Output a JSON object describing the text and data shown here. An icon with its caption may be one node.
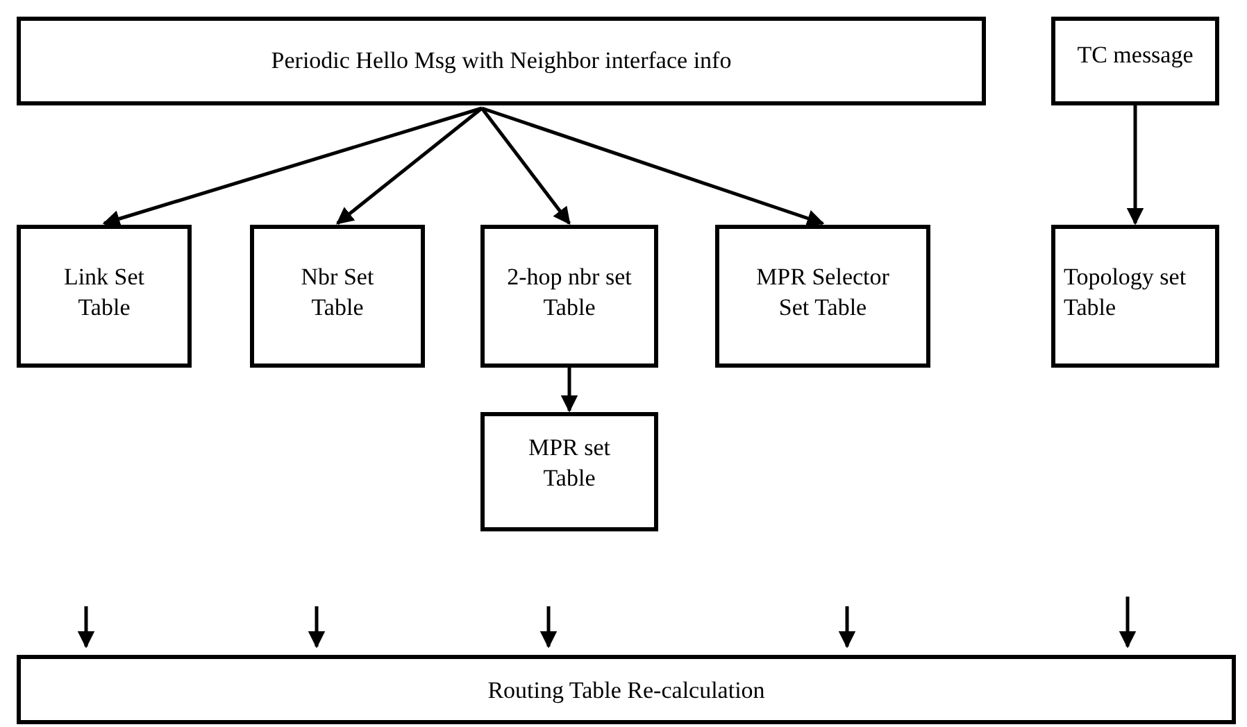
{
  "diagram": {
    "nodes": [
      {
        "text": [
          "Periodic Hello Msg with Neighbor interface info"
        ]
      },
      {
        "text": [
          "TC message"
        ]
      },
      {
        "text": [
          "Link Set Table"
        ]
      },
      {
        "text": [
          "Nbr Set Table"
        ]
      },
      {
        "text": [
          "2-hop nbr set Table"
        ]
      },
      {
        "text": [
          "MPR Selector Set Table"
        ]
      },
      {
        "text": [
          "Topology set Table"
        ]
      },
      {
        "text": [
          "MPR set Table"
        ]
      },
      {
        "text": [
          "Routing Table Re-calculation"
        ]
      }
    ],
    "edges": [
      {
        "from": 0,
        "to": 2,
        "arrow": "to"
      },
      {
        "from": 0,
        "to": 3,
        "arrow": "to"
      },
      {
        "from": 0,
        "to": 4,
        "arrow": "to"
      },
      {
        "from": 0,
        "to": 5,
        "arrow": "to"
      },
      {
        "from": 1,
        "to": 6,
        "arrow": "to"
      },
      {
        "from": 4,
        "to": 7,
        "arrow": "to"
      },
      {
        "from": null,
        "to": 8,
        "arrow": "to"
      },
      {
        "from": null,
        "to": 8,
        "arrow": "to"
      },
      {
        "from": null,
        "to": 8,
        "arrow": "to"
      },
      {
        "from": null,
        "to": 8,
        "arrow": "to"
      },
      {
        "from": null,
        "to": 8,
        "arrow": "to"
      }
    ]
  }
}
